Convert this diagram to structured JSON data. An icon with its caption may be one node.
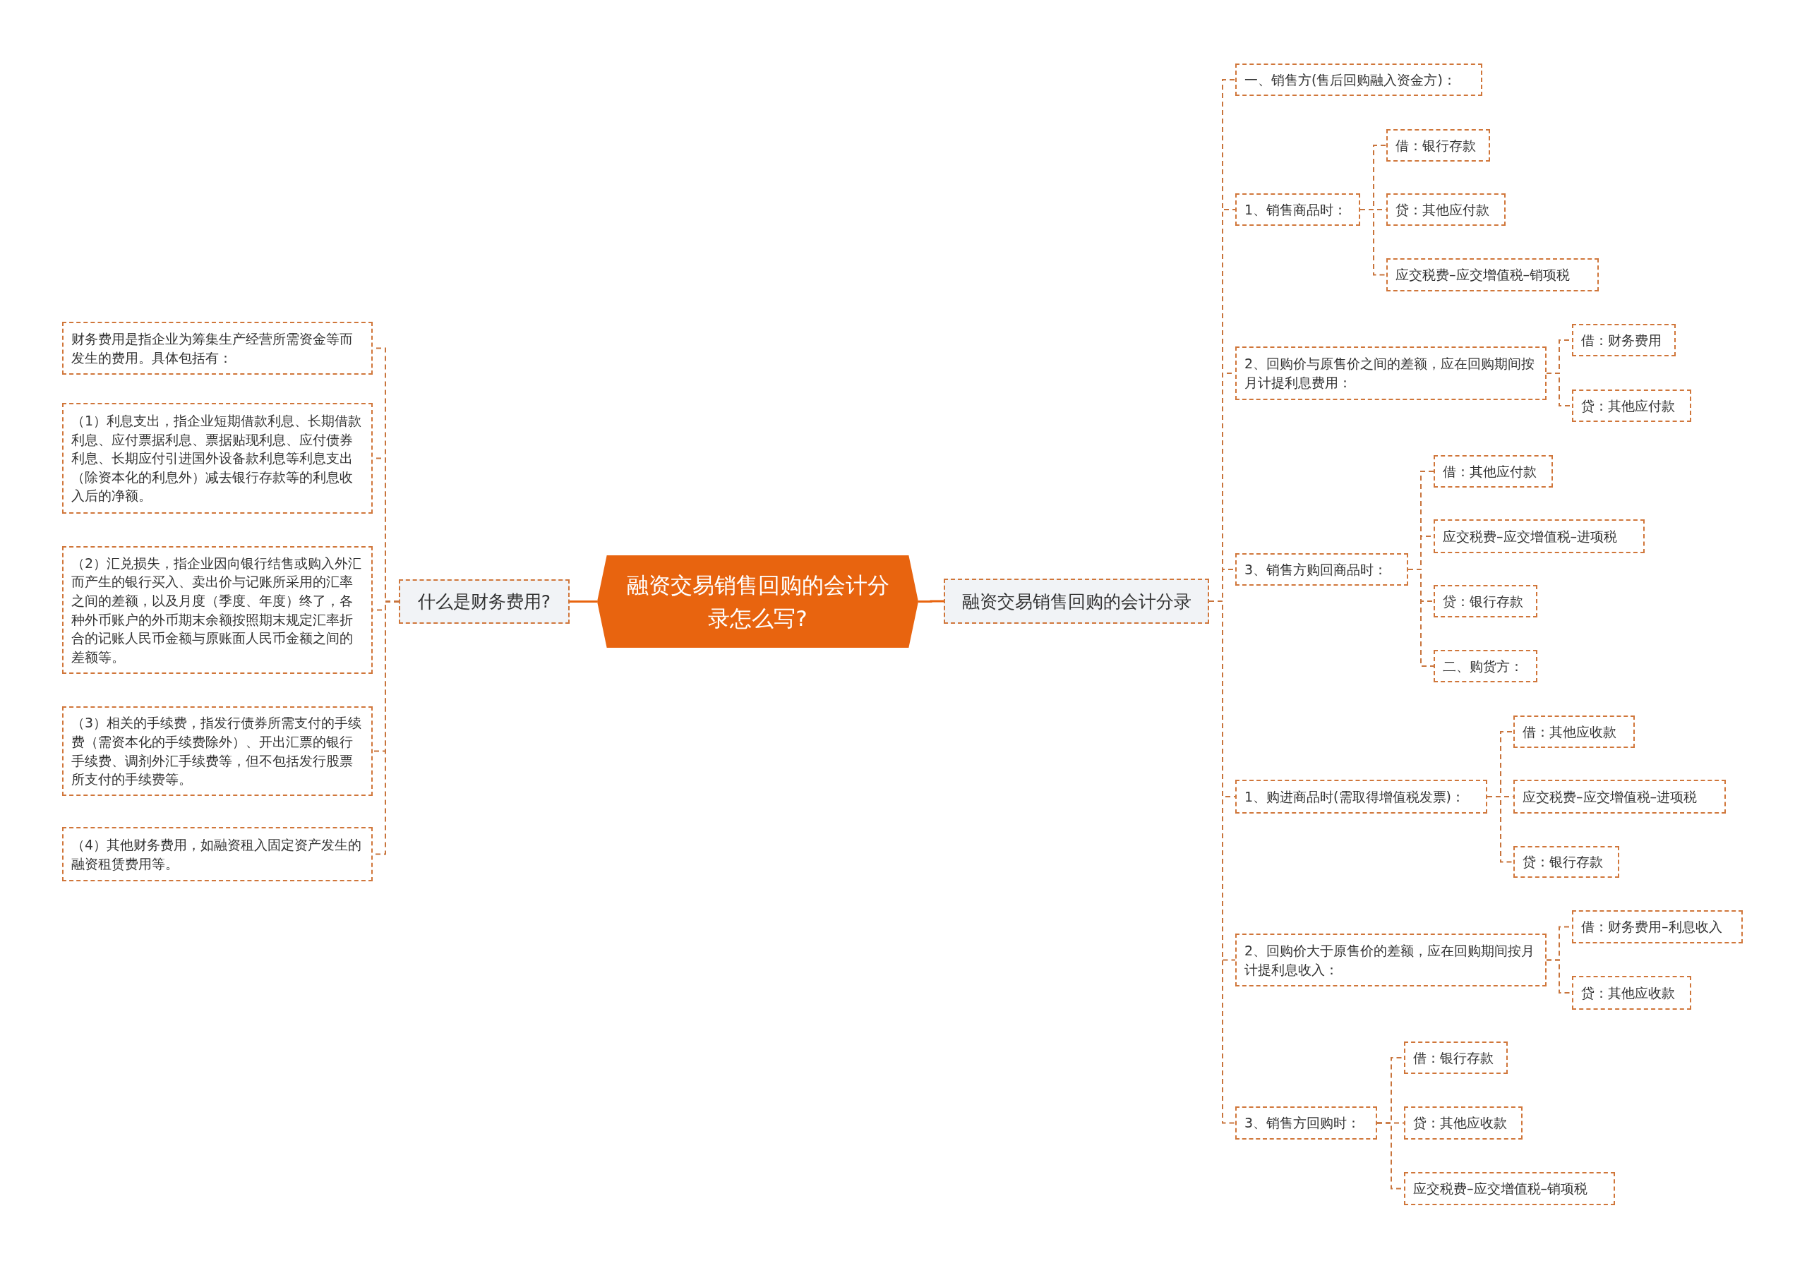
{
  "diagram": {
    "nodes": [
      {
        "text": [
          "融资交易销售回购的会计分录怎么写?"
        ]
      },
      {
        "text": [
          "什么是财务费用?"
        ]
      },
      {
        "text": [
          "财务费用是指企业为筹集生产经营所需资金等而发生的费用。具体包括有："
        ]
      },
      {
        "text": [
          "（1）利息支出，指企业短期借款利息、长期借款利息、应付票据利息、票据贴现利息、应付债券利息、长期应付引进国外设备款利息等利息支出（除资本化的利息外）减去银行存款等的利息收入后的净额。"
        ]
      },
      {
        "text": [
          "（2）汇兑损失，指企业因向银行结售或购入外汇而产生的银行买入、卖出价与记账所采用的汇率之间的差额，以及月度（季度、年度）终了，各种外币账户的外币期末余额按照期末规定汇率折合的记账人民币金额与原账面人民币金额之间的差额等。"
        ]
      },
      {
        "text": [
          "（3）相关的手续费，指发行债券所需支付的手续费（需资本化的手续费除外）、开出汇票的银行手续费、调剂外汇手续费等，但不包括发行股票所支付的手续费等。"
        ]
      },
      {
        "text": [
          "（4）其他财务费用，如融资租入固定资产发生的融资租赁费用等。"
        ]
      },
      {
        "text": [
          "融资交易销售回购的会计分录"
        ]
      },
      {
        "text": [
          "一、销售方(售后回购融入资金方)："
        ]
      },
      {
        "text": [
          "1、销售商品时："
        ]
      },
      {
        "text": [
          "借：银行存款"
        ]
      },
      {
        "text": [
          "贷：其他应付款"
        ]
      },
      {
        "text": [
          "应交税费–应交增值税–销项税"
        ]
      },
      {
        "text": [
          "2、回购价与原售价之间的差额，应在回购期间按月计提利息费用："
        ]
      },
      {
        "text": [
          "借：财务费用"
        ]
      },
      {
        "text": [
          "贷：其他应付款"
        ]
      },
      {
        "text": [
          "3、销售方购回商品时："
        ]
      },
      {
        "text": [
          "借：其他应付款"
        ]
      },
      {
        "text": [
          "应交税费–应交增值税–进项税"
        ]
      },
      {
        "text": [
          "贷：银行存款"
        ]
      },
      {
        "text": [
          "二、购货方："
        ]
      },
      {
        "text": [
          "1、购进商品时(需取得增值税发票)："
        ]
      },
      {
        "text": [
          "借：其他应收款"
        ]
      },
      {
        "text": [
          "应交税费–应交增值税–进项税"
        ]
      },
      {
        "text": [
          "贷：银行存款"
        ]
      },
      {
        "text": [
          "2、回购价大于原售价的差额，应在回购期间按月计提利息收入："
        ]
      },
      {
        "text": [
          "借：财务费用–利息收入"
        ]
      },
      {
        "text": [
          "贷：其他应收款"
        ]
      },
      {
        "text": [
          "3、销售方回购时："
        ]
      },
      {
        "text": [
          "借：银行存款"
        ]
      },
      {
        "text": [
          "贷：其他应收款"
        ]
      },
      {
        "text": [
          "应交税费–应交增值税–销项税"
        ]
      }
    ],
    "edges": [
      {
        "from": 0,
        "to": 1,
        "arrow": "none"
      },
      {
        "from": 0,
        "to": 7,
        "arrow": "none"
      },
      {
        "from": 1,
        "to": 2,
        "arrow": "none",
        "style": "dashed"
      },
      {
        "from": 1,
        "to": 3,
        "arrow": "none",
        "style": "dashed"
      },
      {
        "from": 1,
        "to": 4,
        "arrow": "none",
        "style": "dashed"
      },
      {
        "from": 1,
        "to": 5,
        "arrow": "none",
        "style": "dashed"
      },
      {
        "from": 1,
        "to": 6,
        "arrow": "none",
        "style": "dashed"
      },
      {
        "from": 7,
        "to": 8,
        "arrow": "none",
        "style": "dashed"
      },
      {
        "from": 7,
        "to": 9,
        "arrow": "none",
        "style": "dashed"
      },
      {
        "from": 7,
        "to": 13,
        "arrow": "none",
        "style": "dashed"
      },
      {
        "from": 7,
        "to": 16,
        "arrow": "none",
        "style": "dashed"
      },
      {
        "from": 7,
        "to": 21,
        "arrow": "none",
        "style": "dashed"
      },
      {
        "from": 7,
        "to": 25,
        "arrow": "none",
        "style": "dashed"
      },
      {
        "from": 7,
        "to": 28,
        "arrow": "none",
        "style": "dashed"
      },
      {
        "from": 9,
        "to": 10,
        "arrow": "none",
        "style": "dashed"
      },
      {
        "from": 9,
        "to": 11,
        "arrow": "none",
        "style": "dashed"
      },
      {
        "from": 9,
        "to": 12,
        "arrow": "none",
        "style": "dashed"
      },
      {
        "from": 13,
        "to": 14,
        "arrow": "none",
        "style": "dashed"
      },
      {
        "from": 13,
        "to": 15,
        "arrow": "none",
        "style": "dashed"
      },
      {
        "from": 16,
        "to": 17,
        "arrow": "none",
        "style": "dashed"
      },
      {
        "from": 16,
        "to": 18,
        "arrow": "none",
        "style": "dashed"
      },
      {
        "from": 16,
        "to": 19,
        "arrow": "none",
        "style": "dashed"
      },
      {
        "from": 16,
        "to": 20,
        "arrow": "none",
        "style": "dashed"
      },
      {
        "from": 21,
        "to": 22,
        "arrow": "none",
        "style": "dashed"
      },
      {
        "from": 21,
        "to": 23,
        "arrow": "none",
        "style": "dashed"
      },
      {
        "from": 21,
        "to": 24,
        "arrow": "none",
        "style": "dashed"
      },
      {
        "from": 25,
        "to": 26,
        "arrow": "none",
        "style": "dashed"
      },
      {
        "from": 25,
        "to": 27,
        "arrow": "none",
        "style": "dashed"
      },
      {
        "from": 28,
        "to": 29,
        "arrow": "none",
        "style": "dashed"
      },
      {
        "from": 28,
        "to": 30,
        "arrow": "none",
        "style": "dashed"
      },
      {
        "from": 28,
        "to": 31,
        "arrow": "none",
        "style": "dashed"
      }
    ]
  }
}
